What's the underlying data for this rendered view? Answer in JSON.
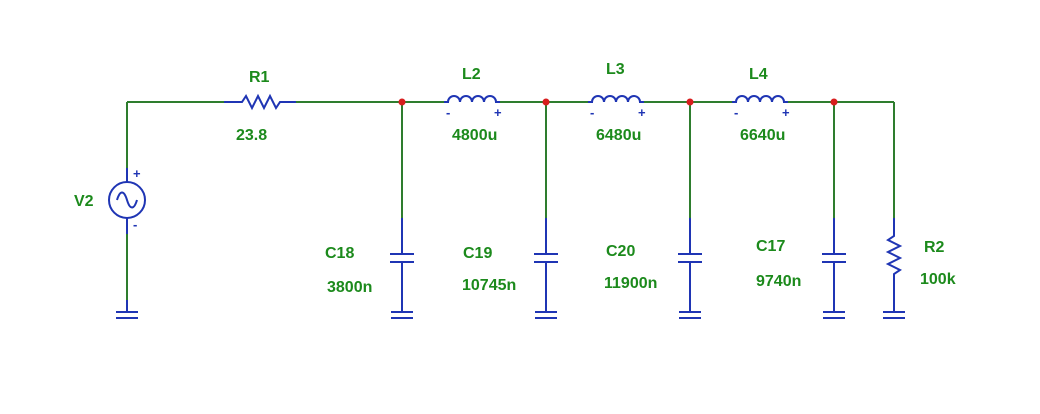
{
  "components": {
    "V2": {
      "name": "V2",
      "value": ""
    },
    "R1": {
      "name": "R1",
      "value": "23.8"
    },
    "L2": {
      "name": "L2",
      "value": "4800u"
    },
    "L3": {
      "name": "L3",
      "value": "6480u"
    },
    "L4": {
      "name": "L4",
      "value": "6640u"
    },
    "C18": {
      "name": "C18",
      "value": "3800n"
    },
    "C19": {
      "name": "C19",
      "value": "10745n"
    },
    "C20": {
      "name": "C20",
      "value": "11900n"
    },
    "C17": {
      "name": "C17",
      "value": "9740n"
    },
    "R2": {
      "name": "R2",
      "value": "100k"
    }
  },
  "polarity": {
    "plus": "+",
    "minus": "-"
  },
  "colors": {
    "wire": "#2e7d2e",
    "component": "#1f35b4",
    "label": "#1c8a1c",
    "node": "#d81e1e"
  }
}
